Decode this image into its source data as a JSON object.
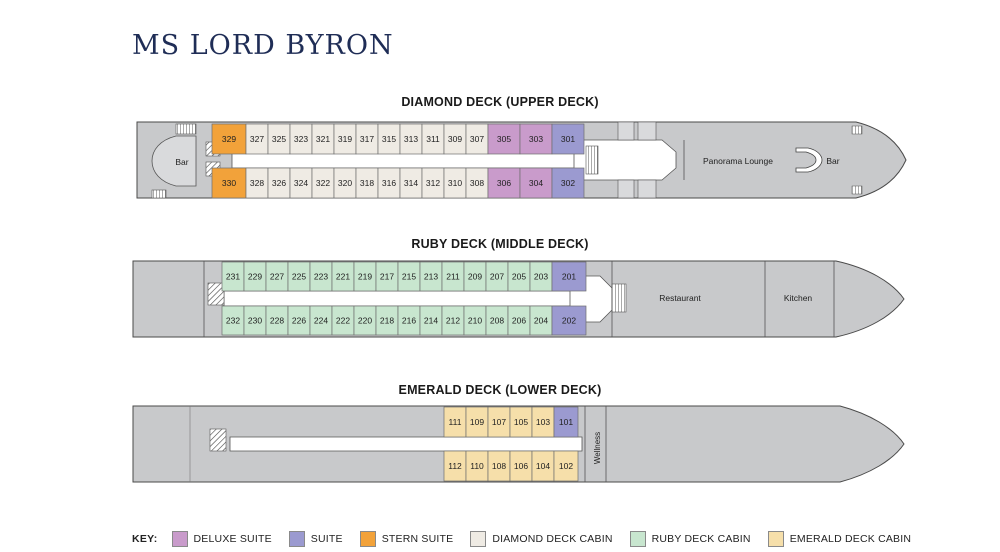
{
  "title": "MS LORD BYRON",
  "colors": {
    "deluxe_suite": "#c99bcb",
    "suite": "#9b9ad0",
    "stern_suite": "#f2a23a",
    "diamond": "#efebe4",
    "ruby": "#c8e6cf",
    "emerald": "#f6dfaa",
    "hull": "#c8c9cb",
    "hull_dark": "#a7a8ab",
    "outline": "#4a4a4a"
  },
  "decks": [
    {
      "title": "DIAMOND DECK (UPPER DECK)",
      "labels": [
        "Bar",
        "Panorama Lounge",
        "Bar"
      ],
      "top_cabins": [
        {
          "n": "329",
          "type": "stern_suite"
        },
        {
          "n": "327",
          "type": "diamond"
        },
        {
          "n": "325",
          "type": "diamond"
        },
        {
          "n": "323",
          "type": "diamond"
        },
        {
          "n": "321",
          "type": "diamond"
        },
        {
          "n": "319",
          "type": "diamond"
        },
        {
          "n": "317",
          "type": "diamond"
        },
        {
          "n": "315",
          "type": "diamond"
        },
        {
          "n": "313",
          "type": "diamond"
        },
        {
          "n": "311",
          "type": "diamond"
        },
        {
          "n": "309",
          "type": "diamond"
        },
        {
          "n": "307",
          "type": "diamond"
        },
        {
          "n": "305",
          "type": "deluxe_suite"
        },
        {
          "n": "303",
          "type": "deluxe_suite"
        },
        {
          "n": "301",
          "type": "suite"
        }
      ],
      "bottom_cabins": [
        {
          "n": "330",
          "type": "stern_suite"
        },
        {
          "n": "328",
          "type": "diamond"
        },
        {
          "n": "326",
          "type": "diamond"
        },
        {
          "n": "324",
          "type": "diamond"
        },
        {
          "n": "322",
          "type": "diamond"
        },
        {
          "n": "320",
          "type": "diamond"
        },
        {
          "n": "318",
          "type": "diamond"
        },
        {
          "n": "316",
          "type": "diamond"
        },
        {
          "n": "314",
          "type": "diamond"
        },
        {
          "n": "312",
          "type": "diamond"
        },
        {
          "n": "310",
          "type": "diamond"
        },
        {
          "n": "308",
          "type": "diamond"
        },
        {
          "n": "306",
          "type": "deluxe_suite"
        },
        {
          "n": "304",
          "type": "deluxe_suite"
        },
        {
          "n": "302",
          "type": "suite"
        }
      ]
    },
    {
      "title": "RUBY DECK (MIDDLE DECK)",
      "labels": [
        "Restaurant",
        "Kitchen"
      ],
      "top_cabins": [
        {
          "n": "231",
          "type": "ruby"
        },
        {
          "n": "229",
          "type": "ruby"
        },
        {
          "n": "227",
          "type": "ruby"
        },
        {
          "n": "225",
          "type": "ruby"
        },
        {
          "n": "223",
          "type": "ruby"
        },
        {
          "n": "221",
          "type": "ruby"
        },
        {
          "n": "219",
          "type": "ruby"
        },
        {
          "n": "217",
          "type": "ruby"
        },
        {
          "n": "215",
          "type": "ruby"
        },
        {
          "n": "213",
          "type": "ruby"
        },
        {
          "n": "211",
          "type": "ruby"
        },
        {
          "n": "209",
          "type": "ruby"
        },
        {
          "n": "207",
          "type": "ruby"
        },
        {
          "n": "205",
          "type": "ruby"
        },
        {
          "n": "203",
          "type": "ruby"
        },
        {
          "n": "201",
          "type": "suite"
        }
      ],
      "bottom_cabins": [
        {
          "n": "232",
          "type": "ruby"
        },
        {
          "n": "230",
          "type": "ruby"
        },
        {
          "n": "228",
          "type": "ruby"
        },
        {
          "n": "226",
          "type": "ruby"
        },
        {
          "n": "224",
          "type": "ruby"
        },
        {
          "n": "222",
          "type": "ruby"
        },
        {
          "n": "220",
          "type": "ruby"
        },
        {
          "n": "218",
          "type": "ruby"
        },
        {
          "n": "216",
          "type": "ruby"
        },
        {
          "n": "214",
          "type": "ruby"
        },
        {
          "n": "212",
          "type": "ruby"
        },
        {
          "n": "210",
          "type": "ruby"
        },
        {
          "n": "208",
          "type": "ruby"
        },
        {
          "n": "206",
          "type": "ruby"
        },
        {
          "n": "204",
          "type": "ruby"
        },
        {
          "n": "202",
          "type": "suite"
        }
      ]
    },
    {
      "title": "EMERALD DECK (LOWER DECK)",
      "labels": [
        "Wellness"
      ],
      "top_cabins": [
        {
          "n": "111",
          "type": "emerald"
        },
        {
          "n": "109",
          "type": "emerald"
        },
        {
          "n": "107",
          "type": "emerald"
        },
        {
          "n": "105",
          "type": "emerald"
        },
        {
          "n": "103",
          "type": "emerald"
        },
        {
          "n": "101",
          "type": "suite"
        }
      ],
      "bottom_cabins": [
        {
          "n": "112",
          "type": "emerald"
        },
        {
          "n": "110",
          "type": "emerald"
        },
        {
          "n": "108",
          "type": "emerald"
        },
        {
          "n": "106",
          "type": "emerald"
        },
        {
          "n": "104",
          "type": "emerald"
        },
        {
          "n": "102",
          "type": "emerald"
        }
      ]
    }
  ],
  "key": {
    "label": "KEY:",
    "items": [
      {
        "label": "DELUXE SUITE",
        "color": "#c99bcb"
      },
      {
        "label": "SUITE",
        "color": "#9b9ad0"
      },
      {
        "label": "STERN SUITE",
        "color": "#f2a23a"
      },
      {
        "label": "DIAMOND DECK CABIN",
        "color": "#efebe4"
      },
      {
        "label": "RUBY DECK CABIN",
        "color": "#c8e6cf"
      },
      {
        "label": "EMERALD DECK CABIN",
        "color": "#f6dfaa"
      }
    ]
  }
}
